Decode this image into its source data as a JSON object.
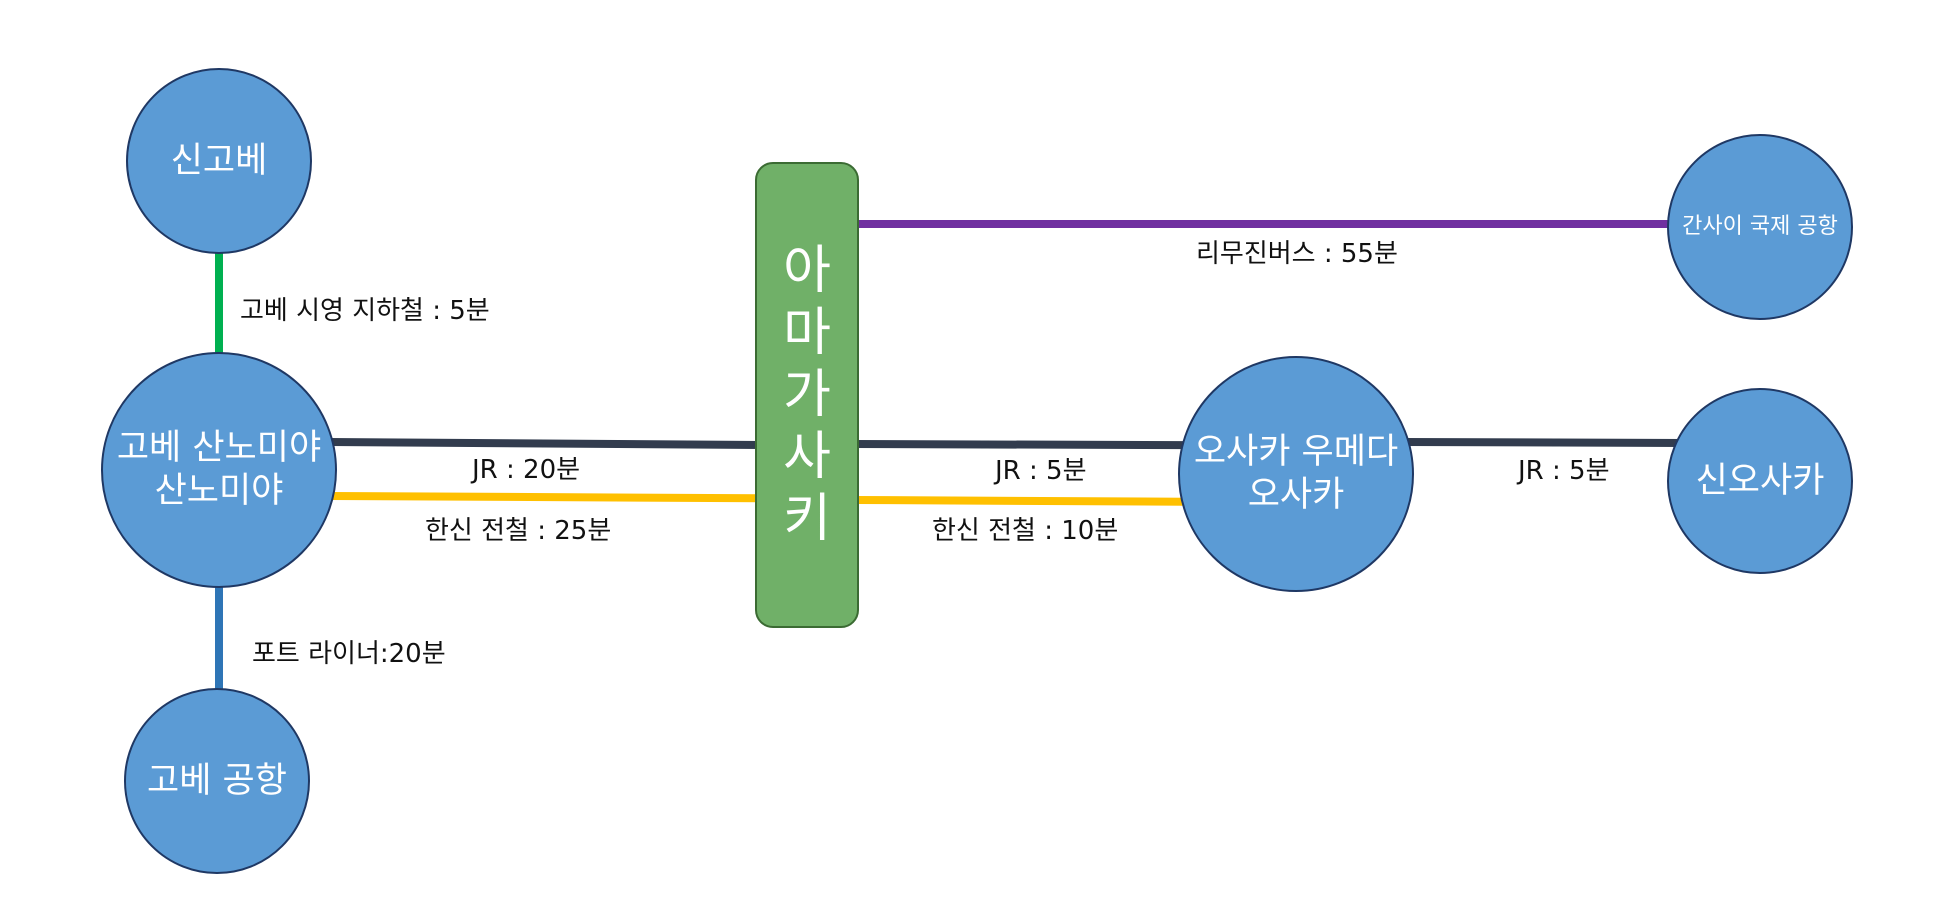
{
  "colors": {
    "station_fill": "#5b9bd5",
    "station_border": "#1f3864",
    "hub_fill": "#70b068",
    "subway": "#00b050",
    "port_liner": "#2e75b6",
    "jr": "#323c4e",
    "hanshin": "#ffc000",
    "limousine": "#7030a0"
  },
  "stations": {
    "shin_kobe": {
      "name": "신고베"
    },
    "sannomiya": {
      "line1": "고베 산노미야",
      "line2": "산노미야"
    },
    "kobe_airport": {
      "name": "고베 공항"
    },
    "umeda": {
      "line1": "오사카 우메다",
      "line2": "오사카"
    },
    "shin_osaka": {
      "name": "신오사카"
    },
    "kansai_airport": {
      "name": "간사이 국제 공항"
    }
  },
  "hub": {
    "name": "아마가사키",
    "chars": [
      "아",
      "마",
      "가",
      "사",
      "키"
    ]
  },
  "routes": {
    "subway": {
      "label": "고베 시영 지하철 : 5분"
    },
    "port_liner": {
      "label": "포트 라이너:20분"
    },
    "jr_sannomiya": {
      "label": "JR : 20분"
    },
    "hanshin_sannomiya": {
      "label": "한신 전철 : 25분"
    },
    "jr_umeda": {
      "label": "JR : 5분"
    },
    "hanshin_umeda": {
      "label": "한신 전철 : 10분"
    },
    "jr_shin_osaka": {
      "label": "JR : 5분"
    },
    "limousine": {
      "label": "리무진버스 : 55분"
    }
  }
}
